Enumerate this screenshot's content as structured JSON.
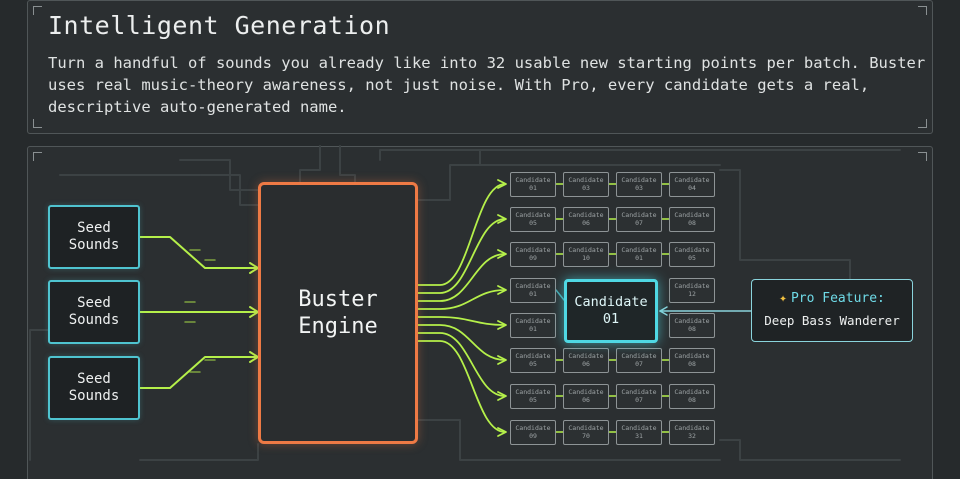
{
  "header": {
    "title": "Intelligent Generation",
    "description": "Turn a handful of sounds you already like into 32 usable new starting points per batch. Buster uses real music-theory awareness, not just noise. With Pro, every candidate gets a real, descriptive auto-generated name."
  },
  "diagram": {
    "seeds": [
      "Seed\nSounds",
      "Seed\nSounds",
      "Seed\nSounds"
    ],
    "engine": "Buster\nEngine",
    "candidates": [
      "Candidate\n01",
      "Candidate\n03",
      "Candidate\n03",
      "Candidate\n04",
      "Candidate\n05",
      "Candidate\n06",
      "Candidate\n07",
      "Candidate\n08",
      "Candidate\n09",
      "Candidate\n10",
      "Candidate\n01",
      "Candidate\n05",
      "Candidate\n01",
      "Candidate\n12",
      "Candidate\n01",
      "Candidate\n08",
      "Candidate\n05",
      "Candidate\n06",
      "Candidate\n07",
      "Candidate\n08",
      "Candidate\n05",
      "Candidate\n06",
      "Candidate\n07",
      "Candidate\n08",
      "Candidate\n09",
      "Candidate\n70",
      "Candidate\n31",
      "Candidate\n32"
    ],
    "highlight_candidate": "Candidate\n01",
    "pro_feature": {
      "icon": "sparkle-icon",
      "label": "Pro Feature:",
      "name": "Deep Bass Wanderer"
    },
    "colors": {
      "seed_border": "#4fc4d0",
      "engine_border": "#ee7a45",
      "wire": "#b5f04a",
      "highlight": "#4fd8e4"
    }
  }
}
